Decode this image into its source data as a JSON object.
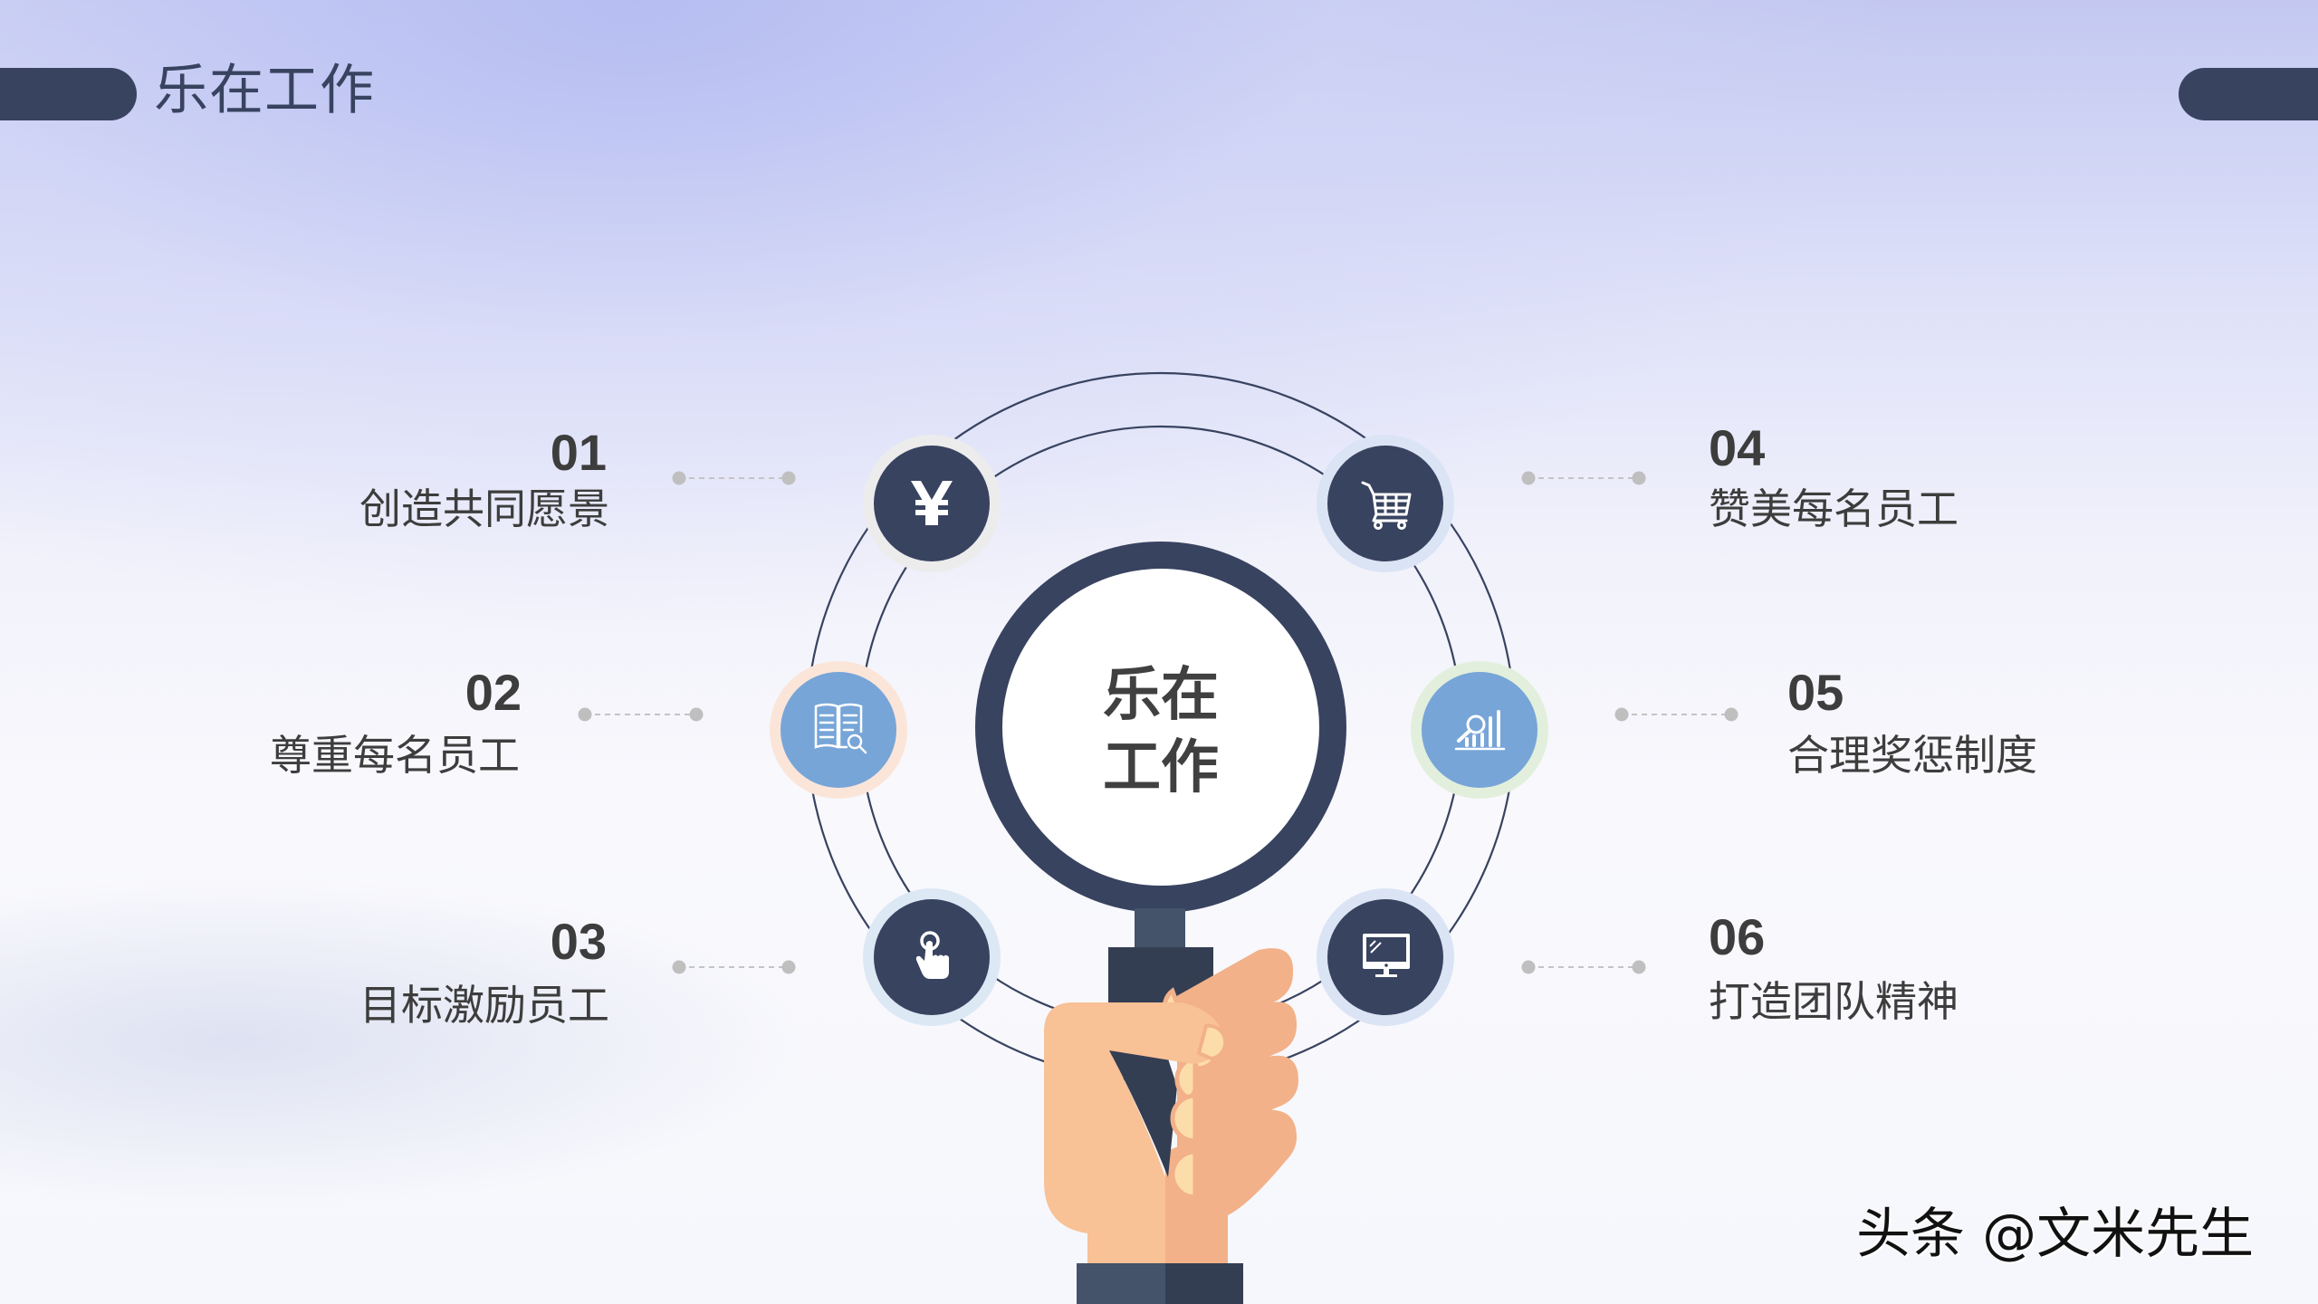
{
  "header": {
    "title": "乐在工作"
  },
  "center": {
    "line1": "乐在",
    "line2": "工作"
  },
  "items": [
    {
      "number": "01",
      "label": "创造共同愿景",
      "icon": "yen-icon",
      "side": "left"
    },
    {
      "number": "02",
      "label": "尊重每名员工",
      "icon": "book-search-icon",
      "side": "left"
    },
    {
      "number": "03",
      "label": "目标激励员工",
      "icon": "hand-pointer-icon",
      "side": "left"
    },
    {
      "number": "04",
      "label": "赞美每名员工",
      "icon": "shopping-cart-icon",
      "side": "right"
    },
    {
      "number": "05",
      "label": "合理奖惩制度",
      "icon": "chart-search-icon",
      "side": "right"
    },
    {
      "number": "06",
      "label": "打造团队精神",
      "icon": "monitor-icon",
      "side": "right"
    }
  ],
  "watermark": "头条 @文米先生",
  "colors": {
    "navy": "#384360",
    "blue_icon": "#77a5d8",
    "ring_gray": "#ececec",
    "ring_blue": "#dbe4f4",
    "ring_peach": "#fbe5d9",
    "ring_green": "#e2efdc",
    "skin_light": "#f8c196",
    "skin_dark": "#f2b189",
    "text": "#3d3d3d"
  }
}
